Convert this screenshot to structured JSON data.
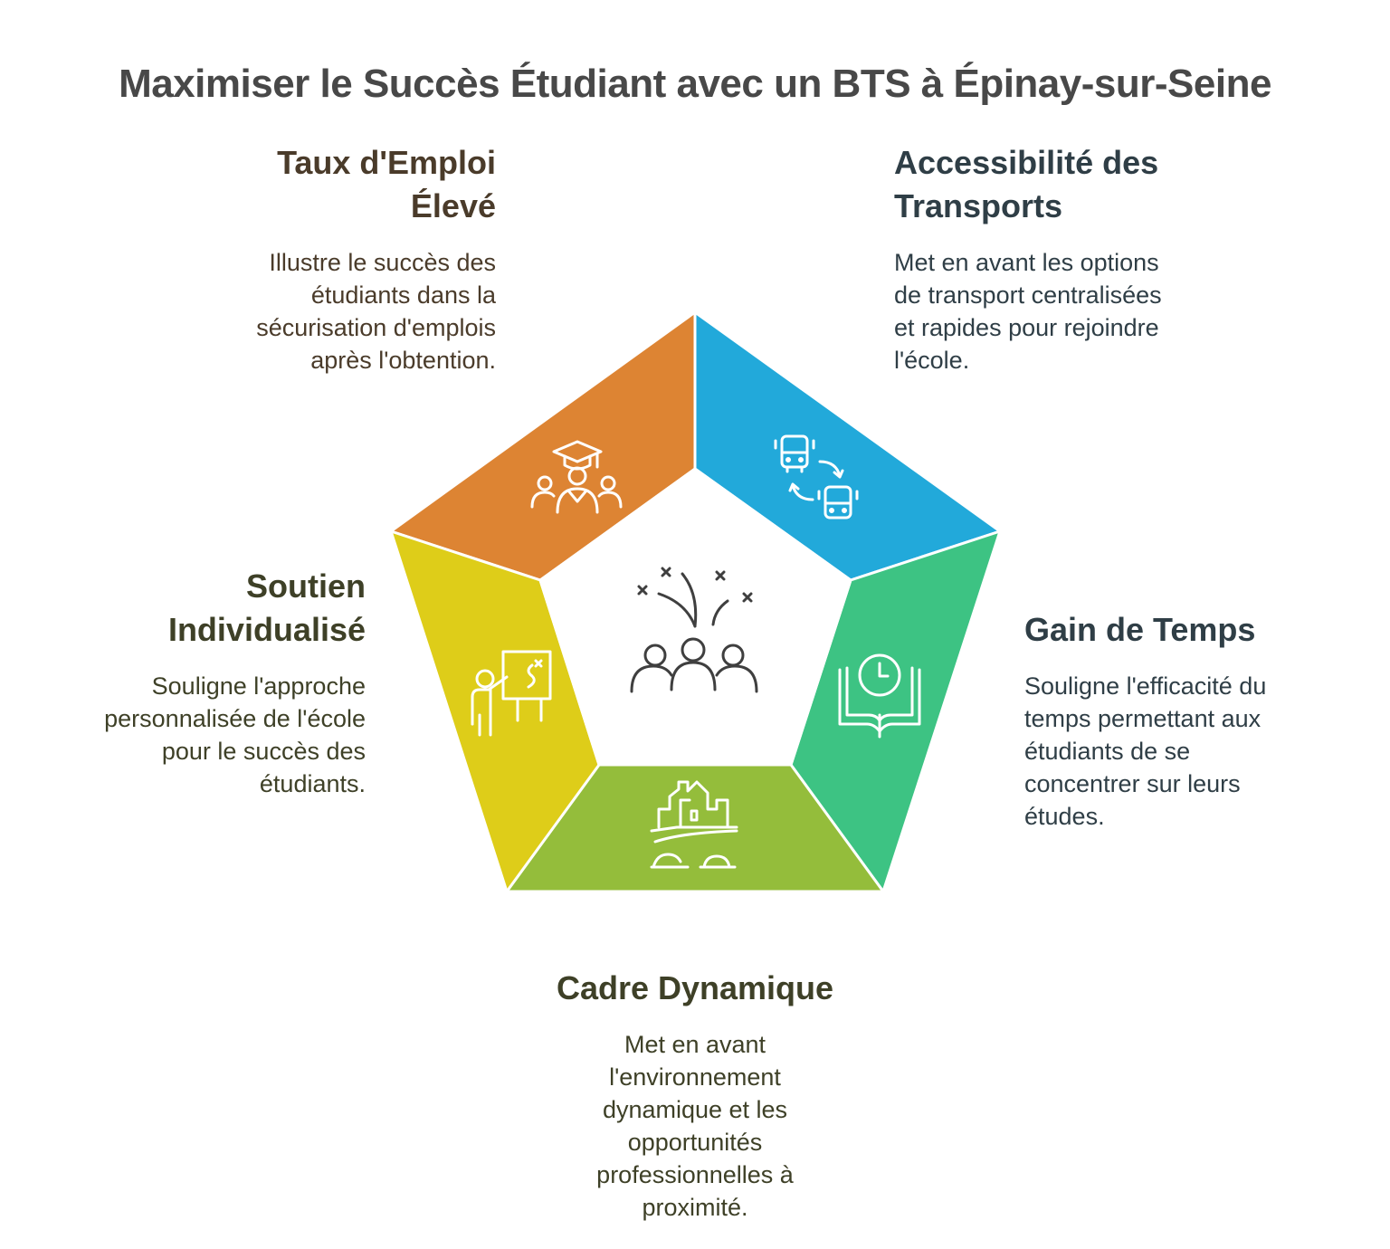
{
  "title": "Maximiser le Succès Étudiant avec un BTS à Épinay-sur-Seine",
  "colors": {
    "emploi": "#DD8433",
    "transports": "#22A9DA",
    "temps": "#3DC383",
    "cadre": "#94BD3B",
    "soutien": "#DECD19",
    "text_brown": "#4A3B2A",
    "text_slate": "#2F3E46",
    "text_olive": "#3E4027"
  },
  "sections": {
    "emploi": {
      "title_line1": "Taux d'Emploi",
      "title_line2": "Élevé",
      "desc": [
        "Illustre le succès des",
        "étudiants dans la",
        "sécurisation d'emplois",
        "après l'obtention."
      ],
      "icon": "graduate-students-icon"
    },
    "transports": {
      "title_line1": "Accessibilité des",
      "title_line2": "Transports",
      "desc": [
        "Met en avant les options",
        "de transport centralisées",
        "et rapides pour rejoindre",
        "l'école."
      ],
      "icon": "bus-transfer-icon"
    },
    "temps": {
      "title_line1": "Gain de Temps",
      "desc": [
        "Souligne l'efficacité du",
        "temps permettant aux",
        "étudiants de se",
        "concentrer sur leurs",
        "études."
      ],
      "icon": "clock-book-icon"
    },
    "cadre": {
      "title_line1": "Cadre Dynamique",
      "desc": [
        "Met en avant",
        "l'environnement",
        "dynamique et les",
        "opportunités",
        "professionnelles à",
        "proximité."
      ],
      "icon": "city-riverside-icon"
    },
    "soutien": {
      "title_line1": "Soutien",
      "title_line2": "Individualisé",
      "desc": [
        "Souligne l'approche",
        "personnalisée de l'école",
        "pour le succès des",
        "étudiants."
      ],
      "icon": "teacher-board-icon"
    }
  },
  "center_icon": "celebrating-group-icon"
}
